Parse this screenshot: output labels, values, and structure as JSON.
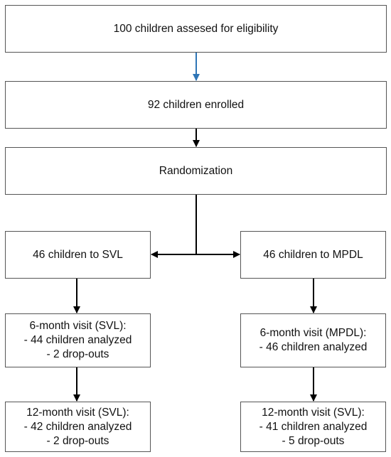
{
  "colors": {
    "border": "#555555",
    "arrow_black": "#000000",
    "arrow_blue": "#2e75b6"
  },
  "boxes": {
    "assessed": [
      "100 children assesed for eligibility"
    ],
    "enrolled": [
      "92  children enrolled"
    ],
    "randomization": [
      "Randomization"
    ],
    "svl_group": [
      "46 children to SVL"
    ],
    "mpdl_group": [
      "46 children to MPDL"
    ],
    "svl_6m": [
      "6-month visit (SVL):",
      "- 44 children analyzed",
      "- 2 drop-outs"
    ],
    "mpdl_6m": [
      "6-month visit (MPDL):",
      "- 46 children analyzed"
    ],
    "svl_12m": [
      "12-month visit (SVL):",
      "- 42 children analyzed",
      "- 2 drop-outs"
    ],
    "mpdl_12m": [
      "12-month visit (SVL):",
      "- 41 children analyzed",
      "- 5 drop-outs"
    ]
  }
}
